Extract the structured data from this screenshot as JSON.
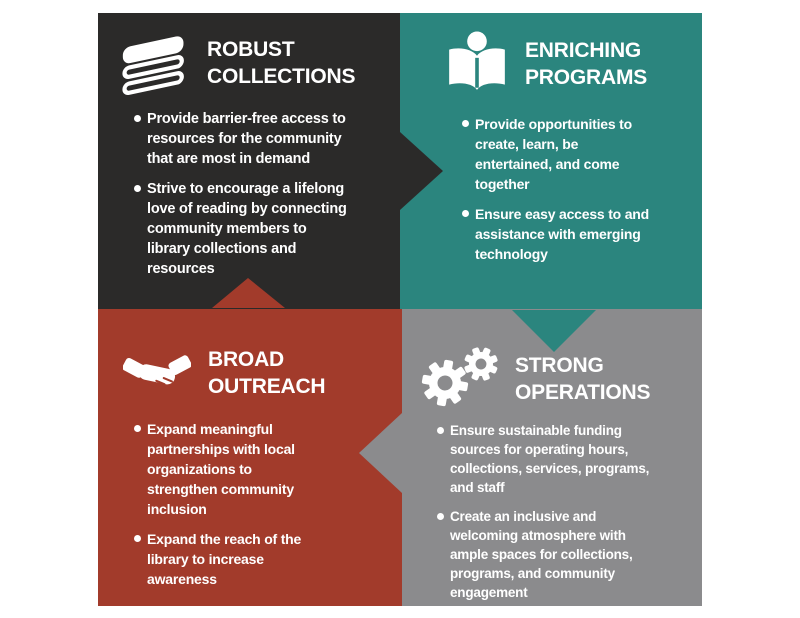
{
  "page": {
    "background": "#ffffff",
    "text_color": "#ffffff"
  },
  "quadrants": [
    {
      "id": "robust-collections",
      "title": "ROBUST\nCOLLECTIONS",
      "icon": "books-stack-icon",
      "color": "#2b2a29",
      "text_color": "#ffffff",
      "bullets": [
        "Provide barrier-free access to\nresources for the community\nthat are most in demand",
        "Strive to encourage a lifelong\nlove of reading by connecting\ncommunity members to\nlibrary collections and\nresources"
      ]
    },
    {
      "id": "enriching-programs",
      "title": "ENRICHING\nPROGRAMS",
      "icon": "reader-open-book-icon",
      "color": "#2b857e",
      "text_color": "#ffffff",
      "bullets": [
        "Provide opportunities to\ncreate, learn, be\nentertained, and come\ntogether",
        "Ensure easy access to and\nassistance with emerging\ntechnology"
      ]
    },
    {
      "id": "broad-outreach",
      "title": "BROAD\nOUTREACH",
      "icon": "handshake-icon",
      "color": "#a23b2b",
      "text_color": "#ffffff",
      "bullets": [
        "Expand meaningful\npartnerships with local\norganizations to\nstrengthen community\ninclusion",
        "Expand the reach of the\nlibrary to increase\nawareness"
      ]
    },
    {
      "id": "strong-operations",
      "title": "STRONG\nOPERATIONS",
      "icon": "gears-icon",
      "color": "#8b8b8d",
      "text_color": "#ffffff",
      "bullets": [
        "Ensure sustainable funding\nsources for operating hours,\ncollections, services, programs,\nand staff",
        "Create an inclusive and\nwelcoming atmosphere with\nample spaces for collections,\nprograms, and community\nengagement"
      ]
    }
  ]
}
